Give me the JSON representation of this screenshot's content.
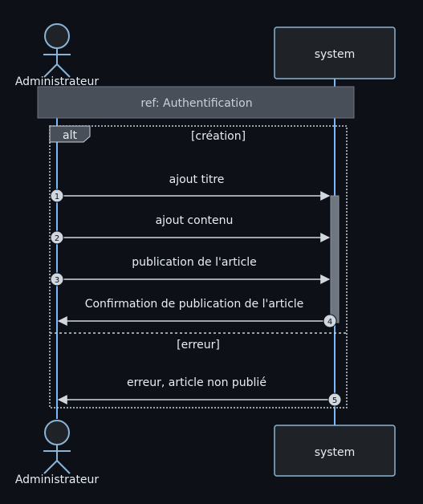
{
  "participants": {
    "actor": {
      "label": "Administrateur"
    },
    "system": {
      "label": "system"
    }
  },
  "ref": {
    "label": "ref: Authentification"
  },
  "alt": {
    "keyword": "alt",
    "sections": [
      {
        "guard": "[création]"
      },
      {
        "guard": "[erreur]"
      }
    ]
  },
  "messages": [
    {
      "number": "1",
      "text": "ajout titre"
    },
    {
      "number": "2",
      "text": "ajout contenu"
    },
    {
      "number": "3",
      "text": "publication de l'article"
    },
    {
      "number": "4",
      "text": "Confirmation de publication de l'article"
    },
    {
      "number": "5",
      "text": "erreur, article non publié"
    }
  ],
  "colors": {
    "background": "#0d1117",
    "lifeline": "#79b8ff",
    "box_fill": "#1f2328",
    "box_stroke": "#8ab4d6",
    "ref_fill": "#484f58",
    "arrow": "#d0d7de",
    "frame": "#c9d1d9",
    "activation": "#6e7681"
  }
}
